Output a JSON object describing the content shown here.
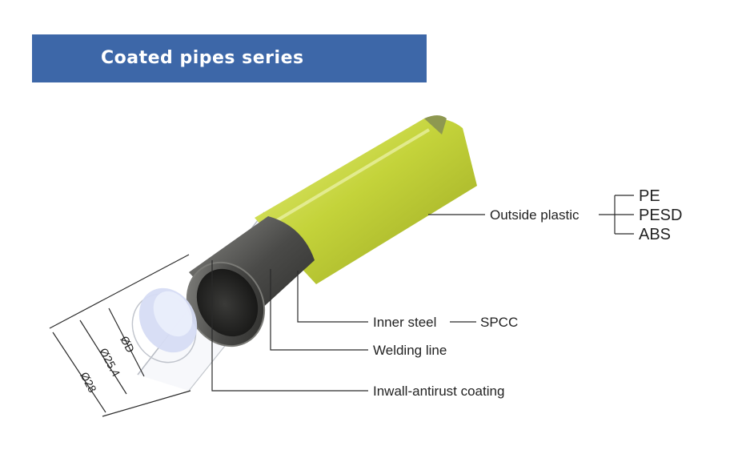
{
  "header": {
    "title": "Coated pipes series"
  },
  "labels": {
    "outside_plastic": "Outside plastic",
    "materials": [
      "PE",
      "PESD",
      "ABS"
    ],
    "inner_steel": "Inner steel",
    "spcc": "SPCC",
    "welding_line": "Welding line",
    "inwall_coating": "Inwall-antirust coating"
  },
  "dimensions": {
    "outer": "Ø28",
    "middle": "Ø25.4",
    "inner": "ØD"
  },
  "colors": {
    "banner": "#3d67a8",
    "plastic": "#c4d33a",
    "steel": "#4a4a48",
    "coating": "#d6dcf4"
  }
}
